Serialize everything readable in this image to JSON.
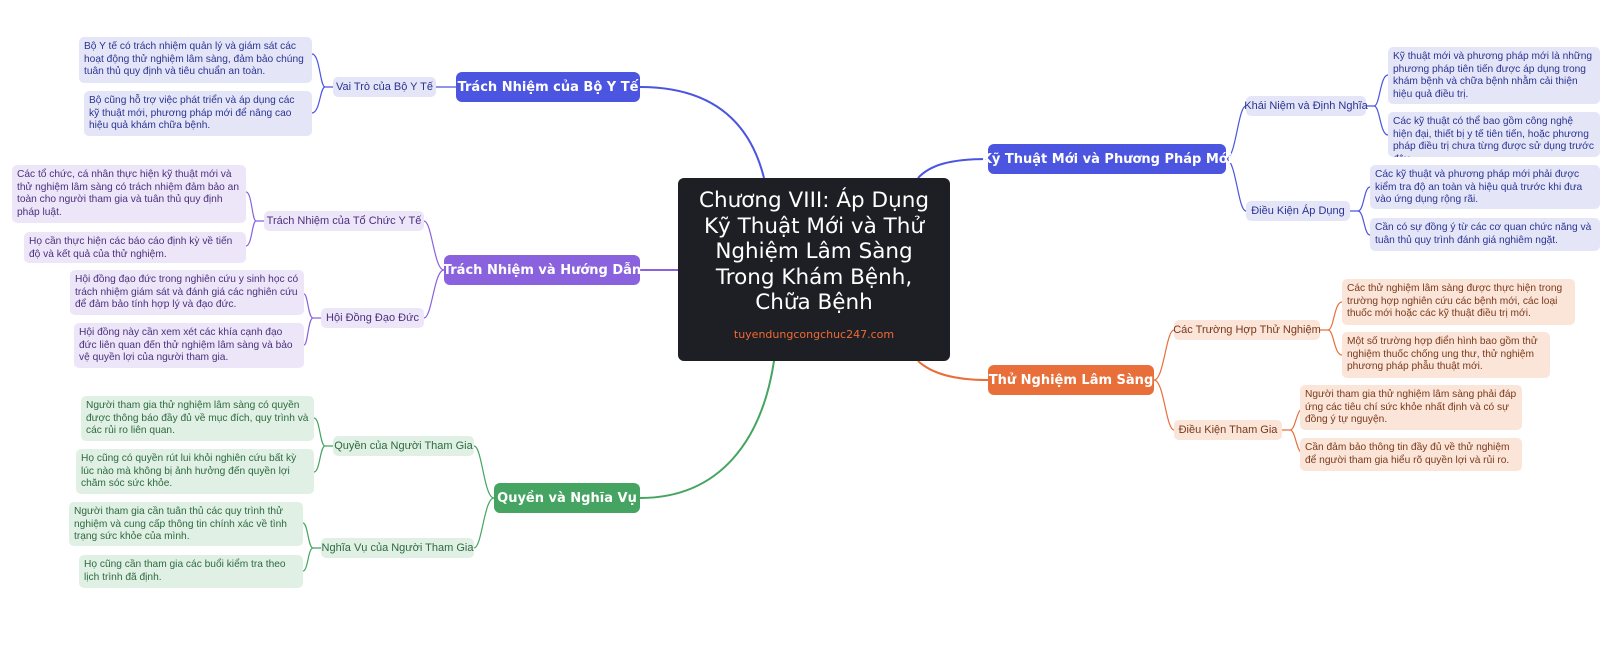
{
  "center": {
    "title": "Chương VIII: Áp Dụng Kỹ Thuật Mới và Thử Nghiệm Lâm Sàng Trong Khám Bệnh, Chữa Bệnh",
    "source": "tuyendungcongchuc247.com"
  },
  "colors": {
    "blue": "#4b55e0",
    "purple": "#8a62de",
    "green": "#45a461",
    "orange": "#e86f3a",
    "center": "#1e1f24"
  },
  "branches": {
    "bo_y_te": {
      "label": "Trách Nhiệm của Bộ Y Tế",
      "vai_tro": {
        "label": "Vai Trò của Bộ Y Tế",
        "leaves": [
          "Bộ Y tế có trách nhiệm quản lý và giám sát các hoạt động thử nghiệm lâm sàng, đảm bảo chúng tuân thủ quy định và tiêu chuẩn an toàn.",
          "Bộ cũng hỗ trợ việc phát triển và áp dụng các kỹ thuật mới, phương pháp mới để nâng cao hiệu quả khám chữa bệnh."
        ]
      }
    },
    "trach_nhiem": {
      "label": "Trách Nhiệm và Hướng Dẫn",
      "to_chuc": {
        "label": "Trách Nhiệm của Tổ Chức Y Tế",
        "leaves": [
          "Các tổ chức, cá nhân thực hiện kỹ thuật mới và thử nghiệm lâm sàng có trách nhiệm đảm bảo an toàn cho người tham gia và tuân thủ quy định pháp luật.",
          "Họ cần thực hiện các báo cáo định kỳ về tiến độ và kết quả của thử nghiệm."
        ]
      },
      "hoi_dong": {
        "label": "Hội Đồng Đạo Đức",
        "leaves": [
          "Hội đồng đạo đức trong nghiên cứu y sinh học có trách nhiệm giám sát và đánh giá các nghiên cứu để đảm bảo tính hợp lý và đạo đức.",
          "Hội đồng này cần xem xét các khía cạnh đạo đức liên quan đến thử nghiệm lâm sàng và bảo vệ quyền lợi của người tham gia."
        ]
      }
    },
    "quyen": {
      "label": "Quyền và Nghĩa Vụ",
      "quyen_nguoi": {
        "label": "Quyền của Người Tham Gia",
        "leaves": [
          "Người tham gia thử nghiệm lâm sàng có quyền được thông báo đầy đủ về mục đích, quy trình và các rủi ro liên quan.",
          "Họ cũng có quyền rút lui khỏi nghiên cứu bất kỳ lúc nào mà không bị ảnh hưởng đến quyền lợi chăm sóc sức khỏe."
        ]
      },
      "nghia_vu": {
        "label": "Nghĩa Vụ của Người Tham Gia",
        "leaves": [
          "Người tham gia cần tuân thủ các quy trình thử nghiệm và cung cấp thông tin chính xác về tình trạng sức khỏe của mình.",
          "Họ cũng cần tham gia các buổi kiểm tra theo lịch trình đã định."
        ]
      }
    },
    "ky_thuat": {
      "label": "Kỹ Thuật Mới và Phương Pháp Mới",
      "khai_niem": {
        "label": "Khái Niệm và Định Nghĩa",
        "leaves": [
          "Kỹ thuật mới và phương pháp mới là những phương pháp tiên tiến được áp dụng trong khám bệnh và chữa bệnh nhằm cải thiện hiệu quả điều trị.",
          "Các kỹ thuật có thể bao gồm công nghệ hiện đại, thiết bị y tế tiên tiến, hoặc phương pháp điều trị chưa từng được sử dụng trước đây."
        ]
      },
      "dieu_kien": {
        "label": "Điều Kiện Áp Dụng",
        "leaves": [
          "Các kỹ thuật và phương pháp mới phải được kiểm tra độ an toàn và hiệu quả trước khi đưa vào ứng dụng rộng rãi.",
          "Cần có sự đồng ý từ các cơ quan chức năng và tuân thủ quy trình đánh giá nghiêm ngặt."
        ]
      }
    },
    "thu_nghiem": {
      "label": "Thử Nghiệm Lâm Sàng",
      "truong_hop": {
        "label": "Các Trường Hợp Thử Nghiệm",
        "leaves": [
          "Các thử nghiệm lâm sàng được thực hiện trong trường hợp nghiên cứu các bệnh mới, các loại thuốc mới hoặc các kỹ thuật điều trị mới.",
          "Một số trường hợp điển hình bao gồm thử nghiệm thuốc chống ung thư, thử nghiệm phương pháp phẫu thuật mới."
        ]
      },
      "dieu_kien_tg": {
        "label": "Điều Kiện Tham Gia",
        "leaves": [
          "Người tham gia thử nghiệm lâm sàng phải đáp ứng các tiêu chí sức khỏe nhất định và có sự đồng ý tự nguyện.",
          "Cần đảm bảo thông tin đầy đủ về thử nghiệm để người tham gia hiểu rõ quyền lợi và rủi ro."
        ]
      }
    }
  }
}
